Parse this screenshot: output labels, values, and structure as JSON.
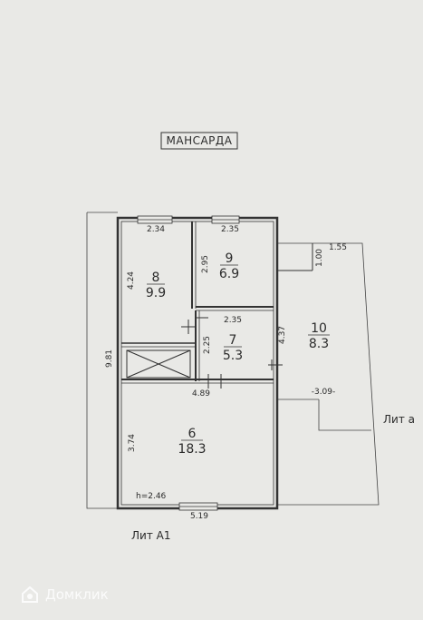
{
  "title": "МАНСАРДА",
  "rooms": [
    {
      "number": "8",
      "area": "9.9"
    },
    {
      "number": "9",
      "area": "6.9"
    },
    {
      "number": "7",
      "area": "5.3"
    },
    {
      "number": "10",
      "area": "8.3"
    },
    {
      "number": "6",
      "area": "18.3"
    }
  ],
  "dimensions": {
    "top_left": "2.34",
    "top_right": "2.35",
    "room9_side": "2.95",
    "room8_side": "4.24",
    "step_h": "1.00",
    "step_w": "1.55",
    "room7_top": "2.35",
    "room7_side": "2.25",
    "right_side": "4.37",
    "overall_h": "9.81",
    "ext_w": "-3.09-",
    "room6_top": "4.89",
    "room6_side": "3.74",
    "height_note": "h=2.46",
    "bottom_w": "5.19"
  },
  "lit_a1": "Лит А1",
  "lit_a": "Лит а",
  "watermark": "Домклик"
}
